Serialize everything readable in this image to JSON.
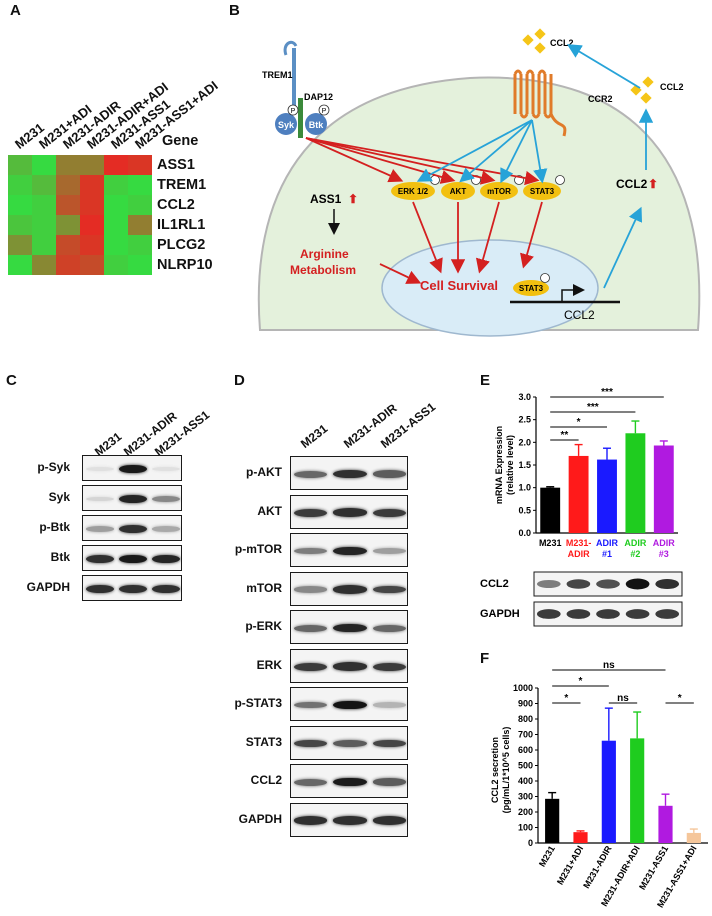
{
  "panels": {
    "A": "A",
    "B": "B",
    "C": "C",
    "D": "D",
    "E": "E",
    "F": "F"
  },
  "panelA": {
    "columns": [
      "M231",
      "M231+ADI",
      "M231-ADIR",
      "M231-ADIR+ADI",
      "M231-ASS1",
      "M231-ASS1+ADI"
    ],
    "gene_header": "Gene",
    "genes": [
      "ASS1",
      "TREM1",
      "CCL2",
      "IL1RL1",
      "PLCG2",
      "NLRP10"
    ],
    "heatmap": [
      [
        0.25,
        0.1,
        0.55,
        0.55,
        0.95,
        0.9
      ],
      [
        0.15,
        0.25,
        0.65,
        0.9,
        0.15,
        0.1
      ],
      [
        0.1,
        0.15,
        0.75,
        0.9,
        0.1,
        0.15
      ],
      [
        0.2,
        0.15,
        0.45,
        0.95,
        0.1,
        0.55
      ],
      [
        0.45,
        0.15,
        0.8,
        0.9,
        0.1,
        0.15
      ],
      [
        0.1,
        0.5,
        0.85,
        0.8,
        0.15,
        0.1
      ]
    ],
    "colors": {
      "low": "#22ee44",
      "high": "#ee2222"
    }
  },
  "panelB": {
    "trem1": "TREM1",
    "dap12": "DAP12",
    "syk": "Syk",
    "btk": "Btk",
    "ccr2": "CCR2",
    "ccl2_top": "CCL2",
    "ccl2_right": "CCL2",
    "ccl2_up": "CCL2",
    "erk": "ERK 1/2",
    "akt": "AKT",
    "mtor": "mTOR",
    "stat3": "STAT3",
    "stat3_nuc": "STAT3",
    "ass1": "ASS1",
    "arginine_line1": "Arginine",
    "arginine_line2": "Metabolism",
    "cell_survival": "Cell Survival",
    "ccl2_gene": "CCL2",
    "p": "P"
  },
  "panelC": {
    "lanes": [
      "M231",
      "M231-ADIR",
      "M231-ASS1"
    ],
    "rows": [
      {
        "label": "p-Syk",
        "bands": [
          0.05,
          0.95,
          0.05
        ]
      },
      {
        "label": "Syk",
        "bands": [
          0.1,
          0.9,
          0.45
        ]
      },
      {
        "label": "p-Btk",
        "bands": [
          0.35,
          0.85,
          0.3
        ]
      },
      {
        "label": "Btk",
        "bands": [
          0.85,
          0.95,
          0.9
        ]
      },
      {
        "label": "GAPDH",
        "bands": [
          0.85,
          0.85,
          0.85
        ]
      }
    ]
  },
  "panelD": {
    "lanes": [
      "M231",
      "M231-ADIR",
      "M231-ASS1"
    ],
    "rows": [
      {
        "label": "p-AKT",
        "bands": [
          0.6,
          0.85,
          0.65
        ]
      },
      {
        "label": "AKT",
        "bands": [
          0.8,
          0.85,
          0.8
        ]
      },
      {
        "label": "p-mTOR",
        "bands": [
          0.5,
          0.9,
          0.35
        ]
      },
      {
        "label": "mTOR",
        "bands": [
          0.45,
          0.85,
          0.75
        ]
      },
      {
        "label": "p-ERK",
        "bands": [
          0.6,
          0.9,
          0.6
        ]
      },
      {
        "label": "ERK",
        "bands": [
          0.8,
          0.85,
          0.8
        ]
      },
      {
        "label": "p-STAT3",
        "bands": [
          0.55,
          0.98,
          0.25
        ]
      },
      {
        "label": "STAT3",
        "bands": [
          0.75,
          0.65,
          0.75
        ]
      },
      {
        "label": "CCL2",
        "bands": [
          0.6,
          0.95,
          0.65
        ]
      },
      {
        "label": "GAPDH",
        "bands": [
          0.85,
          0.85,
          0.85
        ]
      }
    ]
  },
  "panelE": {
    "ylabel_line1": "mRNA Expression",
    "ylabel_line2": "(relative level)",
    "sig": [
      "**",
      "*",
      "***",
      "***"
    ],
    "blot_rows": [
      {
        "label": "CCL2",
        "bands": [
          0.5,
          0.75,
          0.7,
          0.98,
          0.85
        ]
      },
      {
        "label": "GAPDH",
        "bands": [
          0.8,
          0.8,
          0.8,
          0.8,
          0.8
        ]
      }
    ]
  },
  "panelF": {
    "ylabel_line1": "CCL2 secretion",
    "ylabel_line2": "(pg/mL/1*10^5 cells)",
    "sig": [
      "ns",
      "*",
      "*",
      "ns",
      "*"
    ]
  },
  "chart_data": [
    {
      "type": "bar",
      "categories": [
        "M231",
        "M231-ADIR",
        "ADIR #1",
        "ADIR #2",
        "ADIR #3"
      ],
      "category_lines": [
        [
          "M231"
        ],
        [
          "M231-",
          "ADIR"
        ],
        [
          "ADIR",
          "#1"
        ],
        [
          "ADIR",
          "#2"
        ],
        [
          "ADIR",
          "#3"
        ]
      ],
      "values": [
        1.0,
        1.7,
        1.62,
        2.2,
        1.93
      ],
      "errors": [
        0.02,
        0.25,
        0.25,
        0.27,
        0.1
      ],
      "colors": [
        "#000000",
        "#ff1a1a",
        "#1a1aff",
        "#1fcc1f",
        "#b01ae0"
      ],
      "ylim": [
        0,
        3.0
      ],
      "yticks": [
        "0.0",
        "0.5",
        "1.0",
        "1.5",
        "2.0",
        "2.5",
        "3.0"
      ],
      "ytick_values": [
        0,
        0.5,
        1.0,
        1.5,
        2.0,
        2.5,
        3.0
      ],
      "ylabel": "mRNA Expression (relative level)"
    },
    {
      "type": "bar",
      "categories": [
        "M231",
        "M231+ADI",
        "M231-ADIR",
        "M231-ADIR+ADI",
        "M231-ASS1",
        "M231-ASS1+ADI"
      ],
      "values": [
        285,
        70,
        660,
        675,
        240,
        65
      ],
      "errors": [
        40,
        8,
        210,
        170,
        75,
        25
      ],
      "colors": [
        "#000000",
        "#ff1a1a",
        "#1a1aff",
        "#1fcc1f",
        "#b01ae0",
        "#f5c69a"
      ],
      "ylim": [
        0,
        1000
      ],
      "yticks": [
        "0",
        "100",
        "200",
        "300",
        "400",
        "500",
        "600",
        "700",
        "800",
        "900",
        "1000"
      ],
      "ytick_values": [
        0,
        100,
        200,
        300,
        400,
        500,
        600,
        700,
        800,
        900,
        1000
      ],
      "ylabel": "CCL2 secretion (pg/mL/1*10^5 cells)"
    }
  ]
}
